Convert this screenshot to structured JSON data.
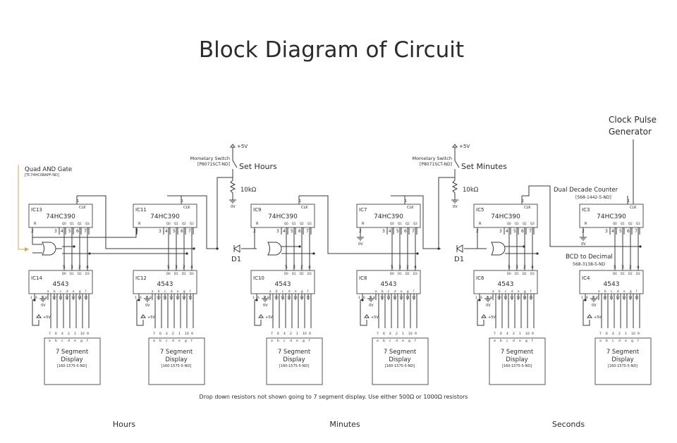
{
  "title": "Block Diagram of Circuit",
  "clock": {
    "line1": "Clock Pulse",
    "line2": "Generator"
  },
  "quad_and": {
    "label": "Quad AND Gate",
    "part": "[TC74HC08APF-ND]"
  },
  "dual_decade": {
    "label": "Dual Decade Counter",
    "part": "[568-1442-5-ND]"
  },
  "bcd": {
    "label": "BCD to Decimal",
    "part": "568-3138-5-ND"
  },
  "switches": [
    {
      "label": "Mometary Switch",
      "part": "[P8071SCT-ND]",
      "set_label": "Set Hours",
      "vcc": "+5V",
      "resistor": "10kΩ",
      "gnd": "0V",
      "diode": "D1"
    },
    {
      "label": "Mometary Switch",
      "part": "[P8071SCT-ND]",
      "set_label": "Set Minutes",
      "vcc": "+5V",
      "resistor": "10kΩ",
      "gnd": "0V",
      "diode": "D1"
    }
  ],
  "counters": [
    {
      "id": "IC13",
      "chip": "74HC390"
    },
    {
      "id": "IC11",
      "chip": "74HC390"
    },
    {
      "id": "IC9",
      "chip": "74HC390"
    },
    {
      "id": "IC7",
      "chip": "74HC390"
    },
    {
      "id": "IC5",
      "chip": "74HC390"
    },
    {
      "id": "IC3",
      "chip": "74HC390"
    }
  ],
  "decoders": [
    {
      "id": "IC14",
      "chip": "4543"
    },
    {
      "id": "IC12",
      "chip": "4543"
    },
    {
      "id": "IC10",
      "chip": "4543"
    },
    {
      "id": "IC8",
      "chip": "4543"
    },
    {
      "id": "IC6",
      "chip": "4543"
    },
    {
      "id": "IC4",
      "chip": "4543"
    }
  ],
  "counter_pins": {
    "clk_num": "1",
    "clk": "CLK",
    "r": "R",
    "r_num": "2",
    "outs": [
      "Q0",
      "Q1",
      "Q2",
      "Q3"
    ],
    "nums": [
      "3",
      "4",
      "5",
      "6",
      "7"
    ]
  },
  "decoder_pins": {
    "in_nums": [
      "5",
      "3",
      "2",
      "4"
    ],
    "ins": [
      "D0",
      "D1",
      "D2",
      "D3"
    ],
    "segs": [
      "a",
      "b",
      "c",
      "d",
      "e",
      "g",
      "f"
    ],
    "seg_nums": [
      "10",
      "11",
      "12",
      "13",
      "14",
      "15"
    ],
    "left_nums": [
      "1",
      "6",
      "7",
      "9"
    ],
    "gnd": "0V",
    "vcc": "+5V"
  },
  "display": {
    "line1": "7 Segment",
    "line2": "Display",
    "part": "[160-1575-5-ND]",
    "pin_nums": [
      "7",
      "6",
      "4",
      "2",
      "1",
      "10",
      "9"
    ],
    "segs": [
      "a",
      "b",
      "c",
      "d",
      "e",
      "g",
      "f"
    ]
  },
  "note": "Drop down resistors not shown going to 7 segment display. Use either 500Ω or 1000Ω resistors",
  "groups": [
    "Hours",
    "Minutes",
    "Seconds"
  ],
  "colors": {
    "line": "#3a3a3a",
    "arrow": "#d4a45c",
    "text": "#2b2b2b"
  }
}
